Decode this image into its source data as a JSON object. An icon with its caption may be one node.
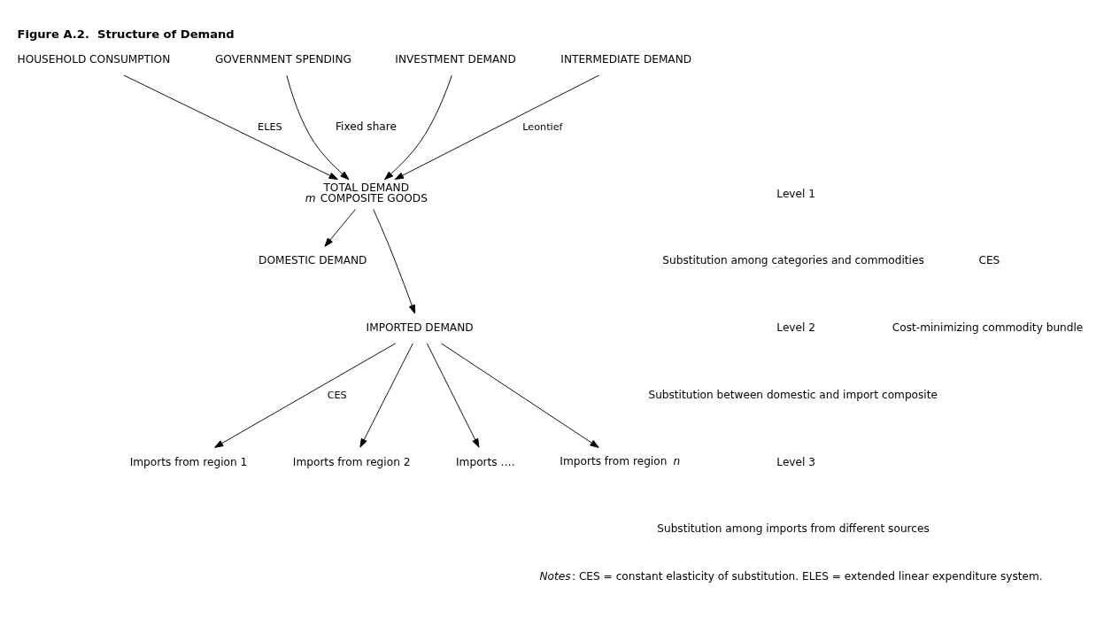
{
  "diagram": {
    "title": "Figure A.2.  Structure of Demand",
    "nodes": [
      {
        "text": [
          "HOUSEHOLD CONSUMPTION"
        ]
      },
      {
        "text": [
          "GOVERNMENT SPENDING"
        ]
      },
      {
        "text": [
          "INVESTMENT DEMAND"
        ]
      },
      {
        "text": [
          "INTERMEDIATE DEMAND"
        ]
      },
      {
        "text": [
          "TOTAL DEMAND",
          "*m* COMPOSITE GOODS"
        ]
      },
      {
        "text": [
          "DOMESTIC DEMAND"
        ]
      },
      {
        "text": [
          "IMPORTED DEMAND"
        ]
      },
      {
        "text": [
          "Imports from region 1"
        ]
      },
      {
        "text": [
          "Imports from region 2"
        ]
      },
      {
        "text": [
          "Imports …."
        ]
      },
      {
        "text": [
          "Imports from region *n*"
        ]
      }
    ],
    "edges": [
      {
        "from": 0,
        "to": 4,
        "arrow": "to",
        "label": "ELES"
      },
      {
        "from": 1,
        "to": 4,
        "arrow": "to"
      },
      {
        "from": 2,
        "to": 4,
        "arrow": "to"
      },
      {
        "from": 3,
        "to": 4,
        "arrow": "to",
        "label": "Leontief"
      },
      {
        "from": 4,
        "to": 5,
        "arrow": "to"
      },
      {
        "from": 4,
        "to": 6,
        "arrow": "to"
      },
      {
        "from": 6,
        "to": 7,
        "arrow": "to",
        "label": "CES"
      },
      {
        "from": 6,
        "to": 8,
        "arrow": "to"
      },
      {
        "from": 6,
        "to": 9,
        "arrow": "to"
      },
      {
        "from": 6,
        "to": 10,
        "arrow": "to"
      }
    ],
    "labels": [
      "Fixed share",
      "CES",
      "Cost-minimizing commodity bundle",
      "Level 1",
      "Substitution among categories and commodities",
      "Level 2",
      "Substitution between domestic and import composite",
      "Level 3",
      "Substitution among imports from different sources",
      "*Notes*: CES = constant elasticity of substitution. ELES = extended linear expenditure system."
    ]
  }
}
